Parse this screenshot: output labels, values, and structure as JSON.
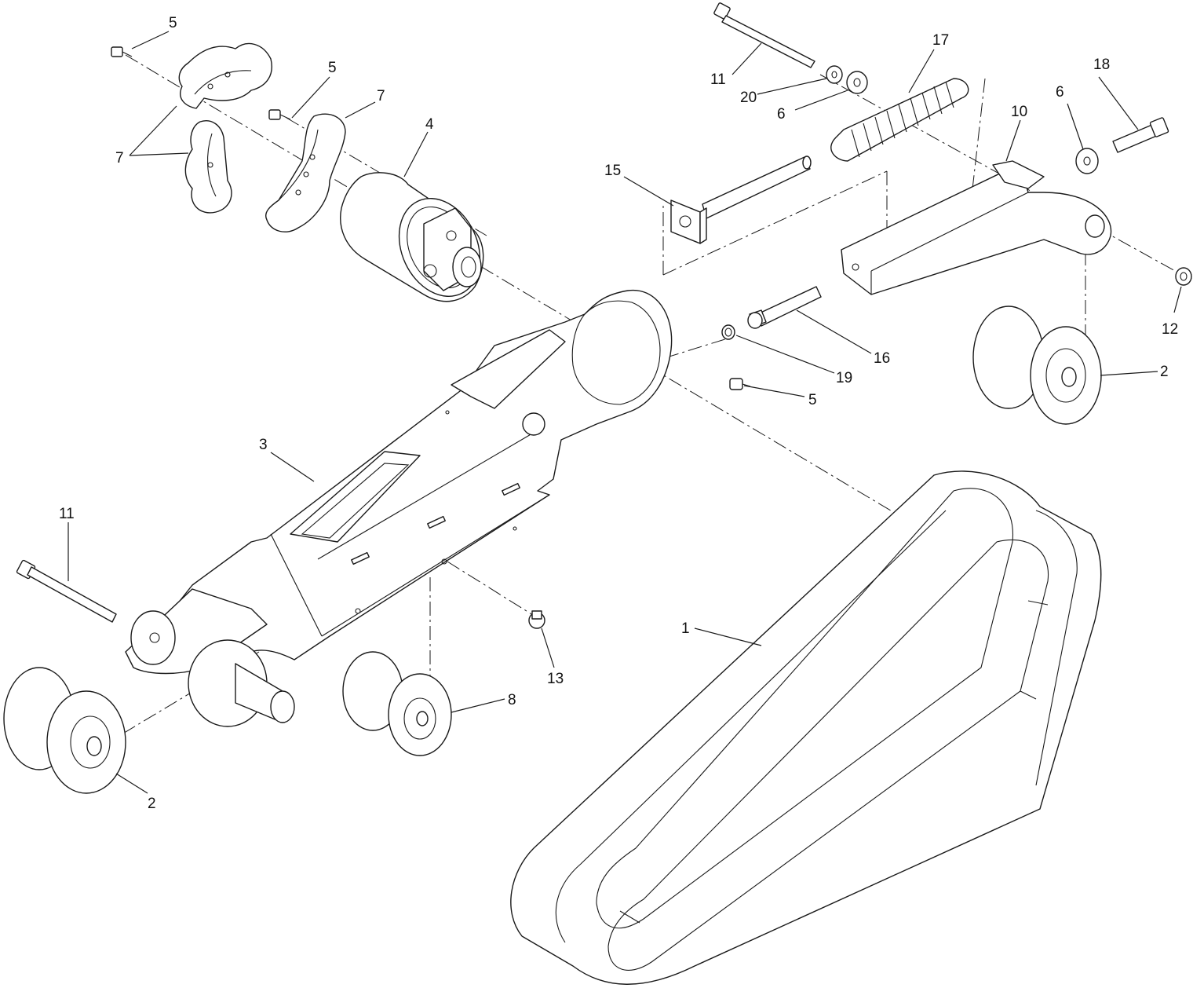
{
  "callouts": [
    {
      "id": "c5a",
      "label": "5"
    },
    {
      "id": "c5b",
      "label": "5"
    },
    {
      "id": "c7a",
      "label": "7"
    },
    {
      "id": "c7b",
      "label": "7"
    },
    {
      "id": "c4",
      "label": "4"
    },
    {
      "id": "c11a",
      "label": "11"
    },
    {
      "id": "c20",
      "label": "20"
    },
    {
      "id": "c6a",
      "label": "6"
    },
    {
      "id": "c17",
      "label": "17"
    },
    {
      "id": "c18",
      "label": "18"
    },
    {
      "id": "c6b",
      "label": "6"
    },
    {
      "id": "c10",
      "label": "10"
    },
    {
      "id": "c15",
      "label": "15"
    },
    {
      "id": "c12",
      "label": "12"
    },
    {
      "id": "c16",
      "label": "16"
    },
    {
      "id": "c19",
      "label": "19"
    },
    {
      "id": "c5c",
      "label": "5"
    },
    {
      "id": "c2a",
      "label": "2"
    },
    {
      "id": "c3",
      "label": "3"
    },
    {
      "id": "c11b",
      "label": "11"
    },
    {
      "id": "c1",
      "label": "1"
    },
    {
      "id": "c13",
      "label": "13"
    },
    {
      "id": "c8",
      "label": "8"
    },
    {
      "id": "c2b",
      "label": "2"
    }
  ]
}
